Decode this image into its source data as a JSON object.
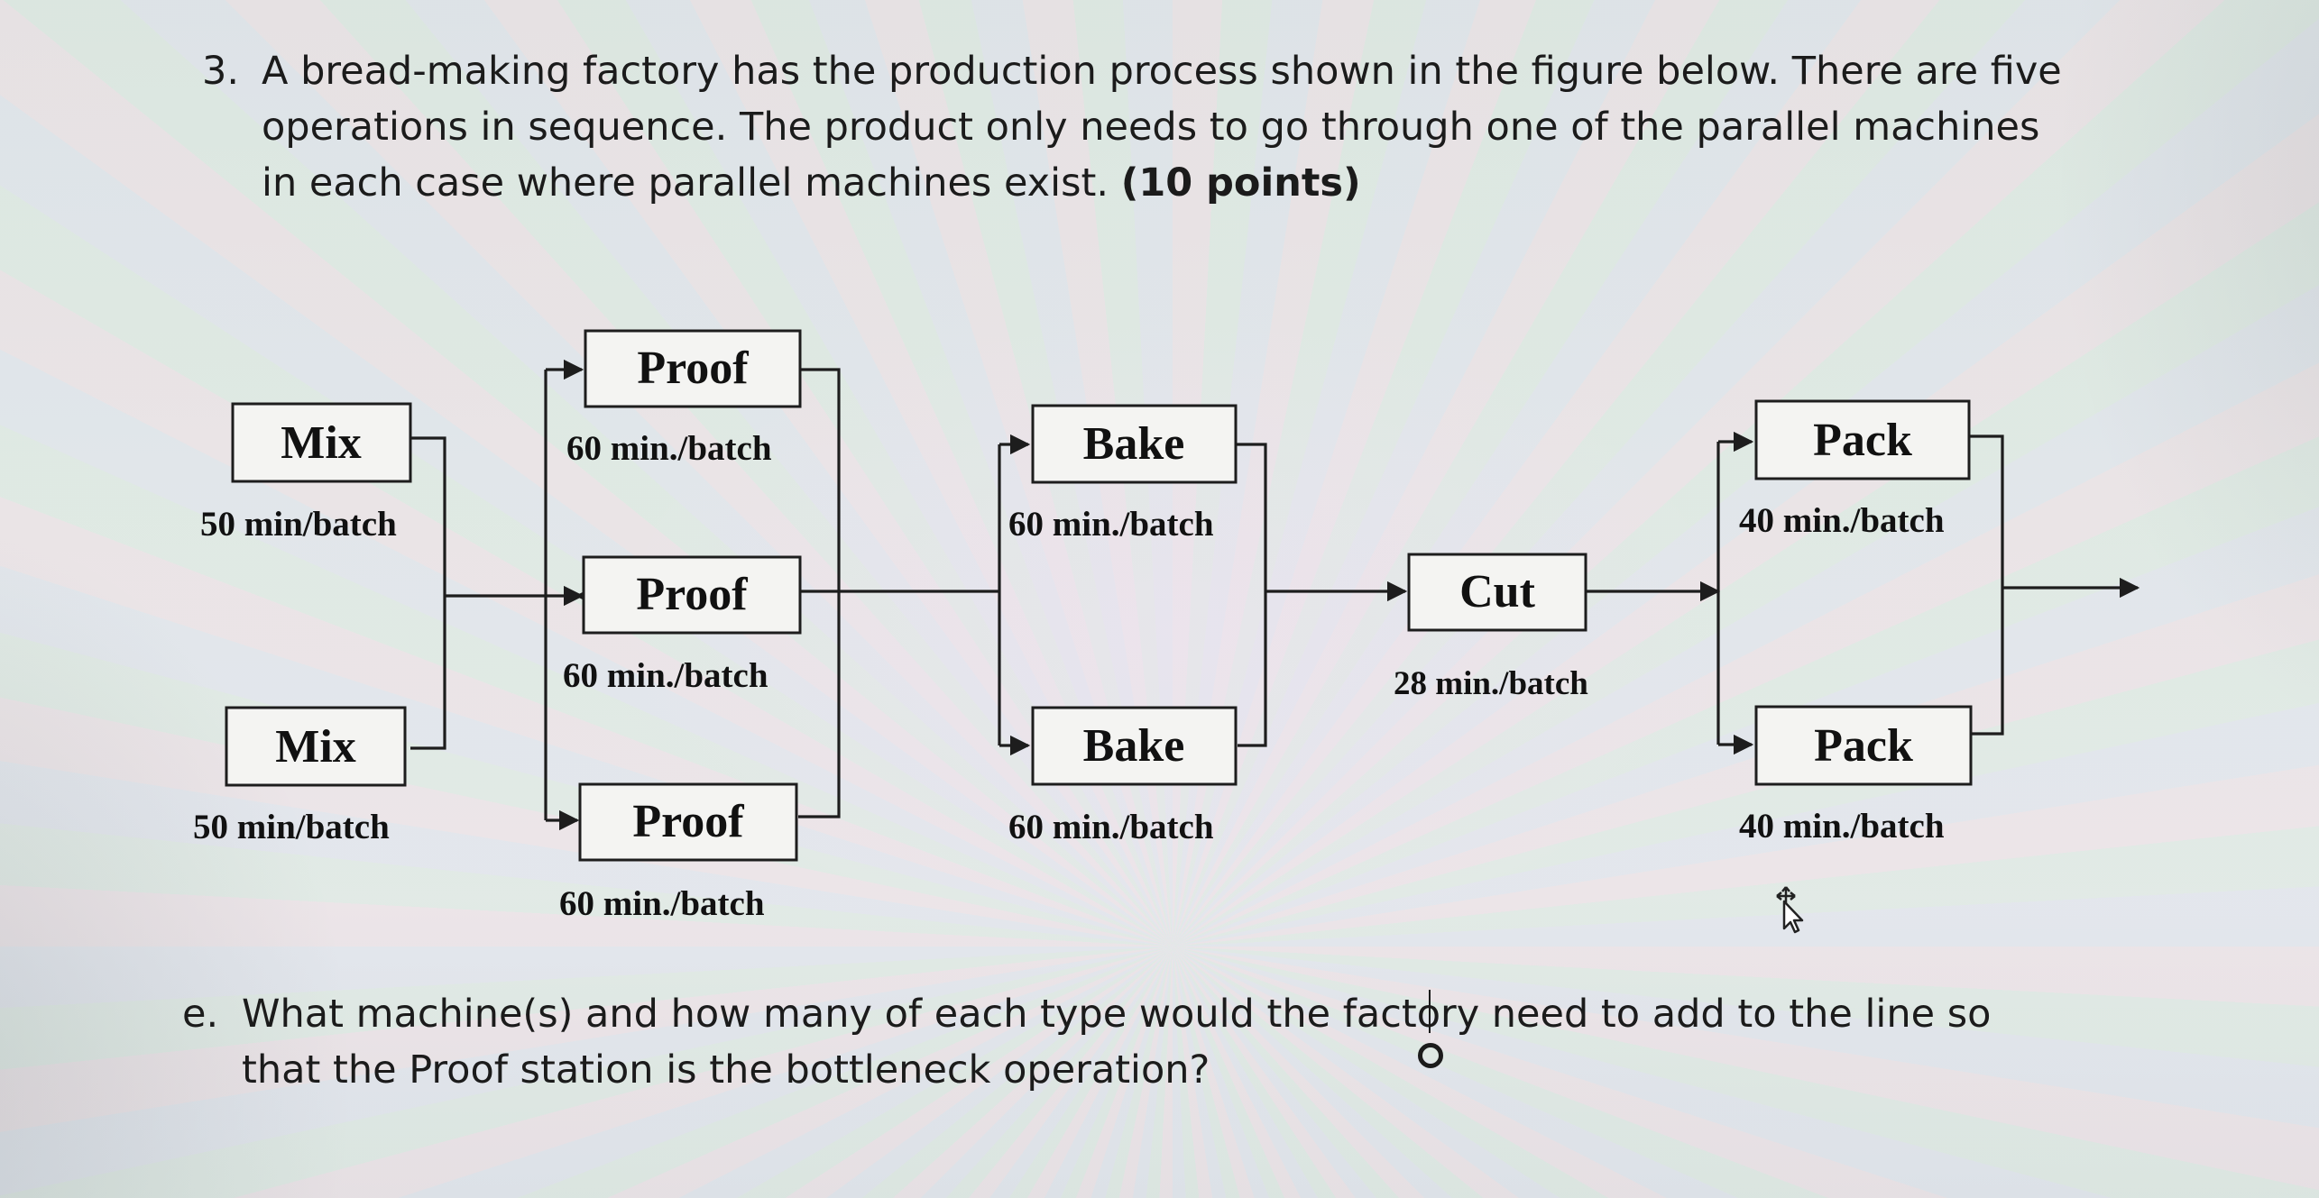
{
  "question": {
    "number": "3.",
    "line1": "A bread-making factory has the production process shown in the figure below. There are five",
    "line2": "operations in sequence. The product only needs to go through one of the parallel machines",
    "line3_prefix": "in each case where parallel machines exist. ",
    "points": "(10 points)"
  },
  "diagram": {
    "mix": [
      {
        "label": "Mix",
        "rate": "50 min/batch"
      },
      {
        "label": "Mix",
        "rate": "50 min/batch"
      }
    ],
    "proof": [
      {
        "label": "Proof",
        "rate": "60 min./batch"
      },
      {
        "label": "Proof",
        "rate": "60 min./batch"
      },
      {
        "label": "Proof",
        "rate": "60 min./batch"
      }
    ],
    "bake": [
      {
        "label": "Bake",
        "rate": "60 min./batch"
      },
      {
        "label": "Bake",
        "rate": "60 min./batch"
      }
    ],
    "cut": [
      {
        "label": "Cut",
        "rate": "28 min./batch"
      }
    ],
    "pack": [
      {
        "label": "Pack",
        "rate": "40 min./batch"
      },
      {
        "label": "Pack",
        "rate": "40 min./batch"
      }
    ]
  },
  "part_e": {
    "label": "e.",
    "line1": "What machine(s) and how many of each type would the factory need to add to the line so",
    "line2": "that the Proof station is the bottleneck operation?"
  },
  "cursors": {
    "text_cursor_icon": "text-caret-icon",
    "circle_cursor_icon": "circle-cursor-icon",
    "move_cursor_icon": "move-cursor-icon"
  }
}
